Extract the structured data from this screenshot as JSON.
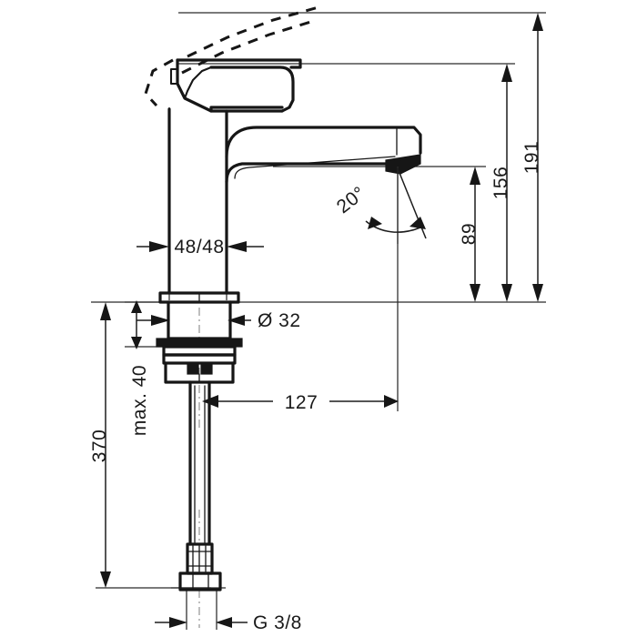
{
  "drawing": {
    "title": "Single lever basin mixer dimensional drawing",
    "units": "mm",
    "background_color": "#ffffff",
    "line_color": "#161616",
    "dimension_color": "#1d1d1d"
  },
  "dimensions": {
    "overall_height": "191",
    "spout_height": "156",
    "outlet_height": "89",
    "handle_width": "48/48",
    "base_diameter": "Ø 32",
    "projection": "127",
    "max_thickness": "max. 40",
    "hose_length": "370",
    "thread_size": "G 3/8",
    "outlet_angle": "20°"
  },
  "labels": [
    {
      "id": "overall-height",
      "text": "191",
      "orientation": "vertical"
    },
    {
      "id": "spout-height",
      "text": "156",
      "orientation": "vertical"
    },
    {
      "id": "outlet-height",
      "text": "89",
      "orientation": "vertical"
    },
    {
      "id": "handle-width",
      "text": "48/48",
      "orientation": "horizontal"
    },
    {
      "id": "base-diameter",
      "text": "Ø 32",
      "orientation": "horizontal"
    },
    {
      "id": "projection",
      "text": "127",
      "orientation": "horizontal"
    },
    {
      "id": "max-thickness",
      "text": "max. 40",
      "orientation": "vertical"
    },
    {
      "id": "hose-length",
      "text": "370",
      "orientation": "vertical"
    },
    {
      "id": "thread-size",
      "text": "G 3/8",
      "orientation": "horizontal"
    },
    {
      "id": "outlet-angle",
      "text": "20°",
      "orientation": "rotated"
    }
  ]
}
